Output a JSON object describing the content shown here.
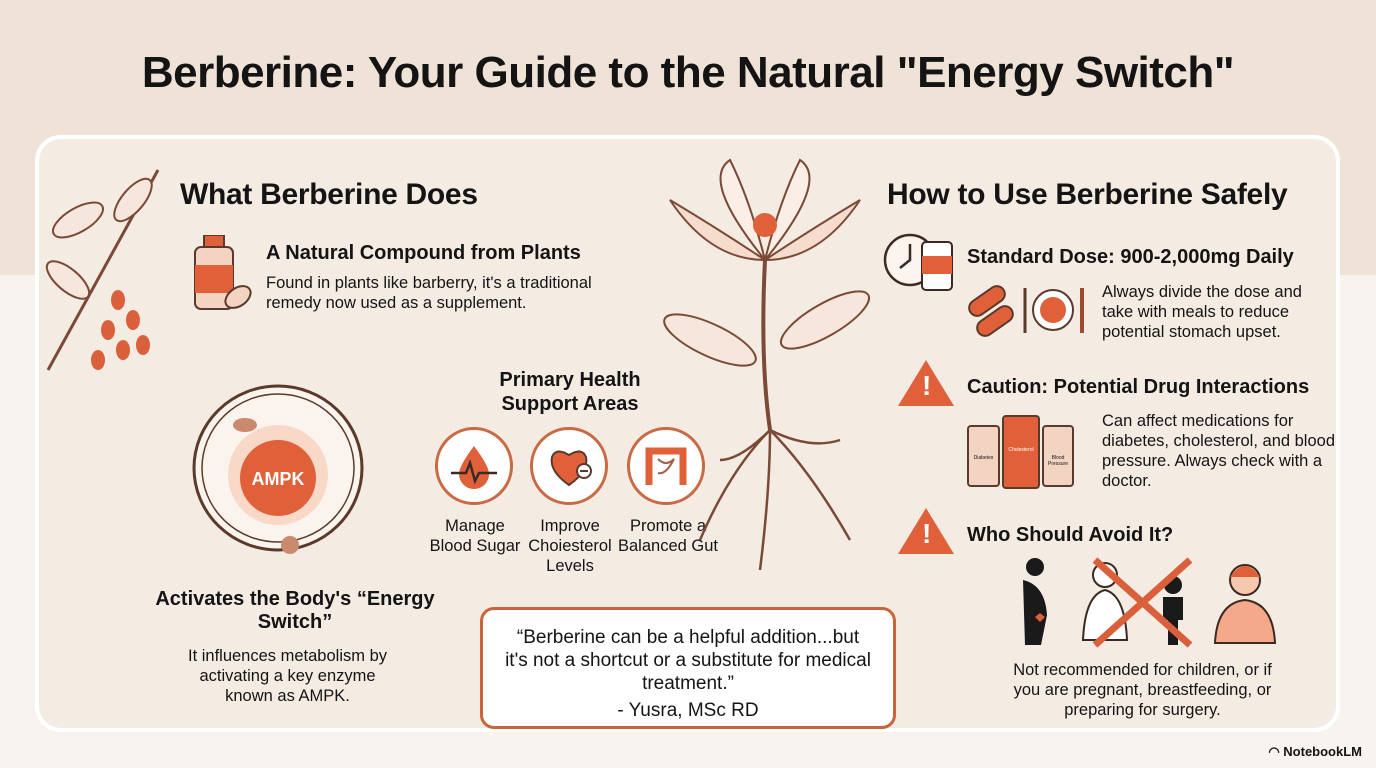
{
  "title": "Berberine: Your Guide to the Natural \"Energy Switch\"",
  "left": {
    "heading": "What Berberine Does",
    "compound_title": "A Natural Compound from Plants",
    "compound_text": "Found in plants like barberry, it's a traditional remedy now used as a supplement.",
    "ampk_label": "AMPK",
    "switch_title": "Activates the Body's “Energy Switch”",
    "switch_text": "It influences metabolism by activating a key enzyme known as AMPK."
  },
  "center": {
    "areas_title": "Primary Health Support Areas",
    "areas": [
      {
        "label": "Manage Blood Sugar",
        "icon": "blood-drop-pulse-icon"
      },
      {
        "label": "Improve Choiesterol Levels",
        "icon": "heart-artery-icon"
      },
      {
        "label": "Promote a Balanced Gut",
        "icon": "intestine-icon"
      }
    ],
    "quote": "“Berberine can be a helpful addition...but it's not a shortcut or a substitute for medical treatment.”",
    "quote_author": "- Yusra, MSc RD"
  },
  "right": {
    "heading": "How to Use Berberine Safely",
    "dose_title": "Standard Dose: 900-2,000mg Daily",
    "dose_text": "Always divide the dose and take with meals to reduce potential stomach upset.",
    "caution_title": "Caution: Potential Drug Interactions",
    "caution_text": "Can affect medications for diabetes, cholesterol, and blood pressure. Always check with a doctor.",
    "bottle_labels": [
      "Diabetes",
      "Cholesterol",
      "Blood Pressure"
    ],
    "avoid_title": "Who Should Avoid It?",
    "avoid_text": "Not recommended for children, or if you are pregnant, breastfeeding, or preparing for surgery."
  },
  "brand": "NotebookLM",
  "colors": {
    "accent": "#e0603a",
    "panel": "#f4ebe3",
    "background": "#efe3d8"
  }
}
